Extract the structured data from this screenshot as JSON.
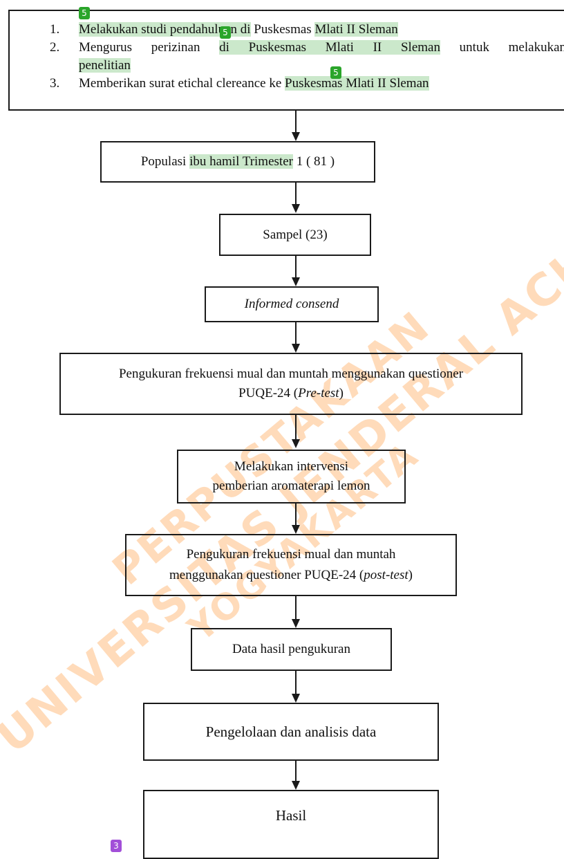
{
  "watermark": {
    "line1": "UNIVERSITAS JENDERAL ACHMAD YANI",
    "line2": "PERPUSTAKAAN",
    "line3": "YOGYAKARTA"
  },
  "tags": {
    "green": "5",
    "purple": "3"
  },
  "steps": [
    {
      "num": "1.",
      "pre": "",
      "h1": "Melakukan studi pendahuluan di",
      "mid": " Puskesmas ",
      "h2": "Mlati II Sleman",
      "post": ""
    },
    {
      "num": "2.",
      "pre": "Mengurus perizinan ",
      "h1": "di Puskesmas Mlati II Sleman",
      "mid": " untuk melakukan ",
      "h2": "penelitian",
      "post": ""
    },
    {
      "num": "3.",
      "pre": "Memberikan surat etichal clereance ke ",
      "h1": "Puskesmas Mlati II Sleman",
      "mid": "",
      "h2": "",
      "post": ""
    }
  ],
  "boxes": {
    "populasi": {
      "pre": "Populasi ",
      "hl": "ibu hamil Trimester",
      "post": " 1 ( 81 )"
    },
    "sampel": "Sampel (23)",
    "informed": "Informed consend",
    "pretest": {
      "line1": "Pengukuran frekuensi mual dan muntah menggunakan questioner",
      "line2a": "PUQE-24 (",
      "line2b": "Pre-test",
      "line2c": ")"
    },
    "intervensi": {
      "line1": "Melakukan intervensi",
      "line2": "pemberian aromaterapi lemon"
    },
    "posttest": {
      "line1": "Pengukuran frekuensi mual dan muntah",
      "line2a": "menggunakan questioner PUQE-24 (",
      "line2b": "post-test",
      "line2c": ")"
    },
    "data_hasil": "Data hasil pengukuran",
    "pengelolaan": "Pengelolaan dan analisis data",
    "hasil": "Hasil"
  }
}
